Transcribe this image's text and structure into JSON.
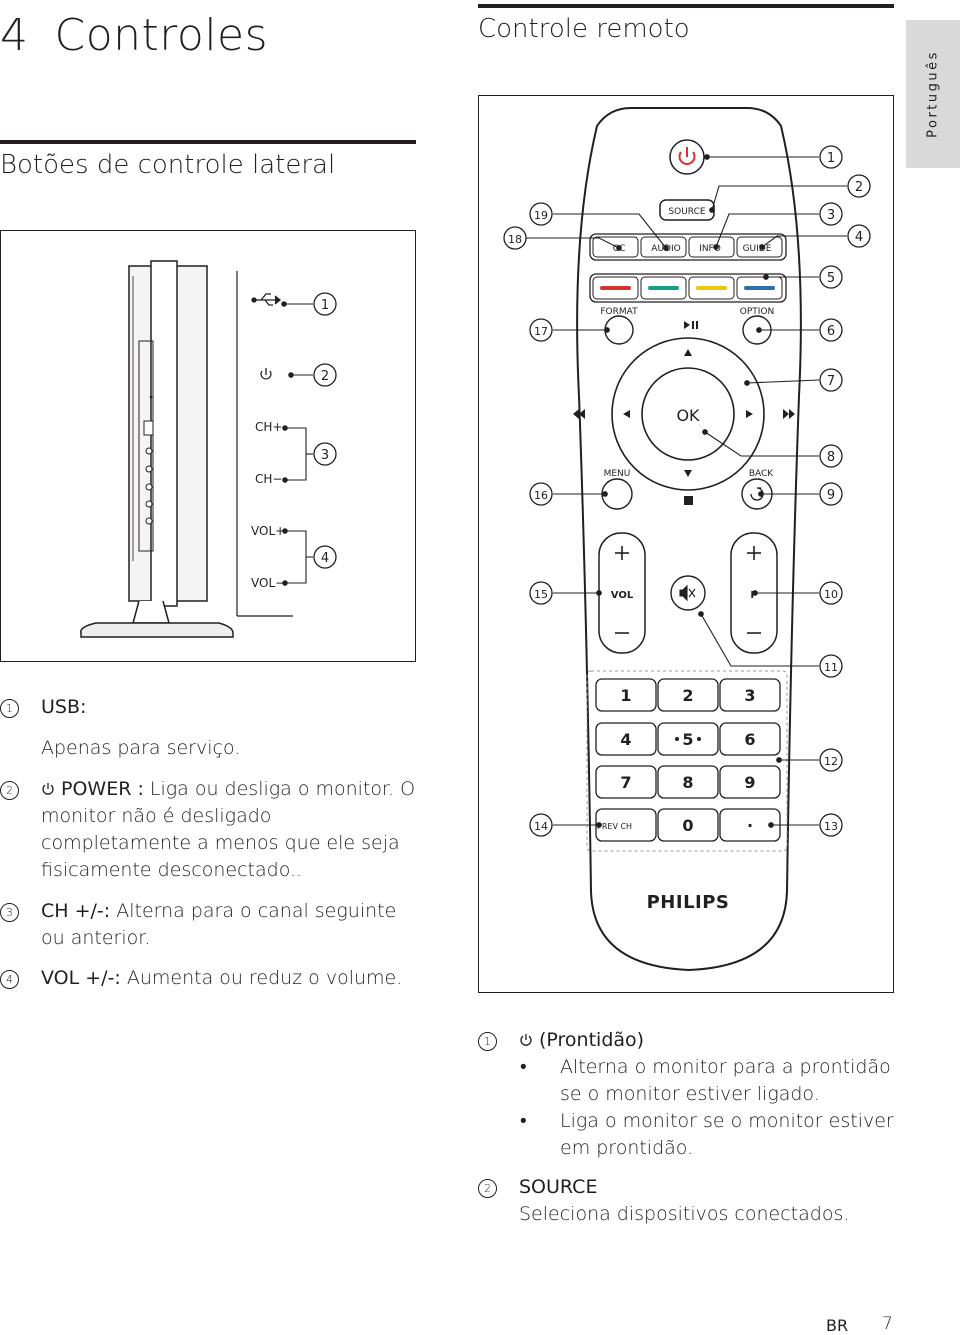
{
  "chapter": {
    "number": "4",
    "title": "Controles"
  },
  "language_tab": "Português",
  "side": {
    "title": "Botões de controle lateral",
    "diagram": {
      "button_labels": [
        "CH+",
        "CH−",
        "VOL+",
        "VOL−"
      ],
      "callouts": [
        "1",
        "2",
        "3",
        "4"
      ]
    },
    "items": [
      {
        "num": "1",
        "name": "USB:",
        "desc": ""
      },
      {
        "num": "",
        "name": "",
        "desc": "Apenas para serviço."
      },
      {
        "num": "2",
        "name": "POWER :",
        "desc": " Liga ou desliga o monitor. O monitor não é desligado completamente a menos que ele seja fisicamente desconectado.."
      },
      {
        "num": "3",
        "name": "CH +/-:",
        "desc": " Alterna para o canal seguinte ou anterior."
      },
      {
        "num": "4",
        "name": "VOL +/-:",
        "desc": " Aumenta ou reduz o volume."
      }
    ]
  },
  "remote": {
    "title": "Controle remoto",
    "labels": {
      "source": "SOURCE",
      "cc": "CC",
      "audio": "AUDIO",
      "info": "INFO",
      "guide": "GUIDE",
      "format": "FORMAT",
      "option": "OPTION",
      "ok": "OK",
      "menu": "MENU",
      "back": "BACK",
      "vol": "VOL",
      "p": "P",
      "prev_ch": "PREV CH",
      "brand": "PHILIPS"
    },
    "keypad": [
      "1",
      "2",
      "3",
      "4",
      "5",
      "6",
      "7",
      "8",
      "9",
      "0",
      "·"
    ],
    "callouts": [
      "1",
      "2",
      "3",
      "4",
      "5",
      "6",
      "7",
      "8",
      "9",
      "10",
      "11",
      "12",
      "13",
      "14",
      "15",
      "16",
      "17",
      "18",
      "19"
    ],
    "color_keys": [
      "#d0342c",
      "#16a085",
      "#f1c40f",
      "#2e6db4"
    ],
    "items": [
      {
        "num": "1",
        "name": "(Prontidão)",
        "bullets": [
          "Alterna o monitor para a prontidão se o monitor estiver ligado.",
          "Liga o monitor se o monitor estiver em prontidão."
        ]
      },
      {
        "num": "2",
        "name": "SOURCE",
        "desc": "Seleciona dispositivos conectados."
      }
    ]
  },
  "footer": {
    "code": "BR",
    "page": "7"
  }
}
